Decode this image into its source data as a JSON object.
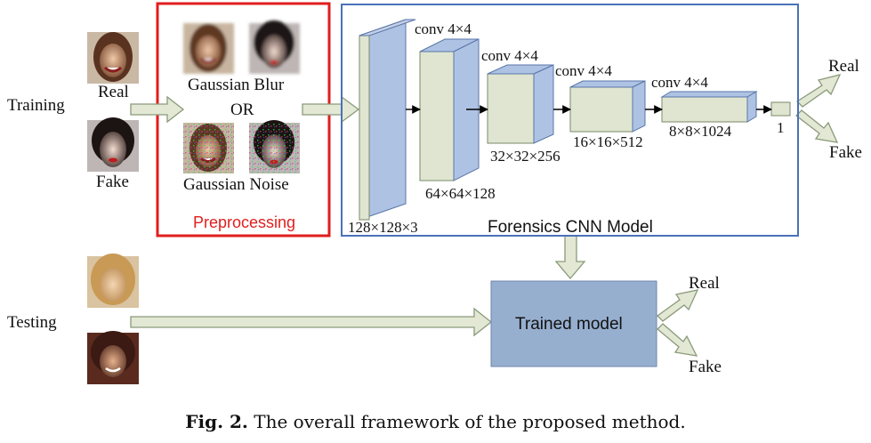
{
  "labels": {
    "training": "Training",
    "testing": "Testing",
    "real_top": "Real",
    "fake_top": "Fake",
    "gaussian_blur": "Gaussian Blur",
    "or": "OR",
    "gaussian_noise": "Gaussian Noise",
    "preprocessing": "Preprocessing",
    "forensics_model": "Forensics CNN Model",
    "trained_model": "Trained model",
    "out_real_train": "Real",
    "out_fake_train": "Fake",
    "out_real_test": "Real",
    "out_fake_test": "Fake"
  },
  "layers": {
    "conv1": "conv 4×4",
    "conv2": "conv 4×4",
    "conv3": "conv 4×4",
    "conv4": "conv 4×4",
    "dim_input": "128×128×3",
    "dim1": "64×64×128",
    "dim2": "32×32×256",
    "dim3": "16×16×512",
    "dim4": "8×8×1024",
    "dim_out": "1"
  },
  "caption": {
    "prefix": "Fig. 2.",
    "text": " The overall framework of the proposed method."
  },
  "colors": {
    "preprocessing_border": "#e01e1e",
    "cnn_border": "#4a72b8",
    "layer_blue": "#aec3e4",
    "layer_green": "#dfe5d0",
    "trained_model": "#97afcf",
    "arrow_fill": "#e2e8d4"
  }
}
